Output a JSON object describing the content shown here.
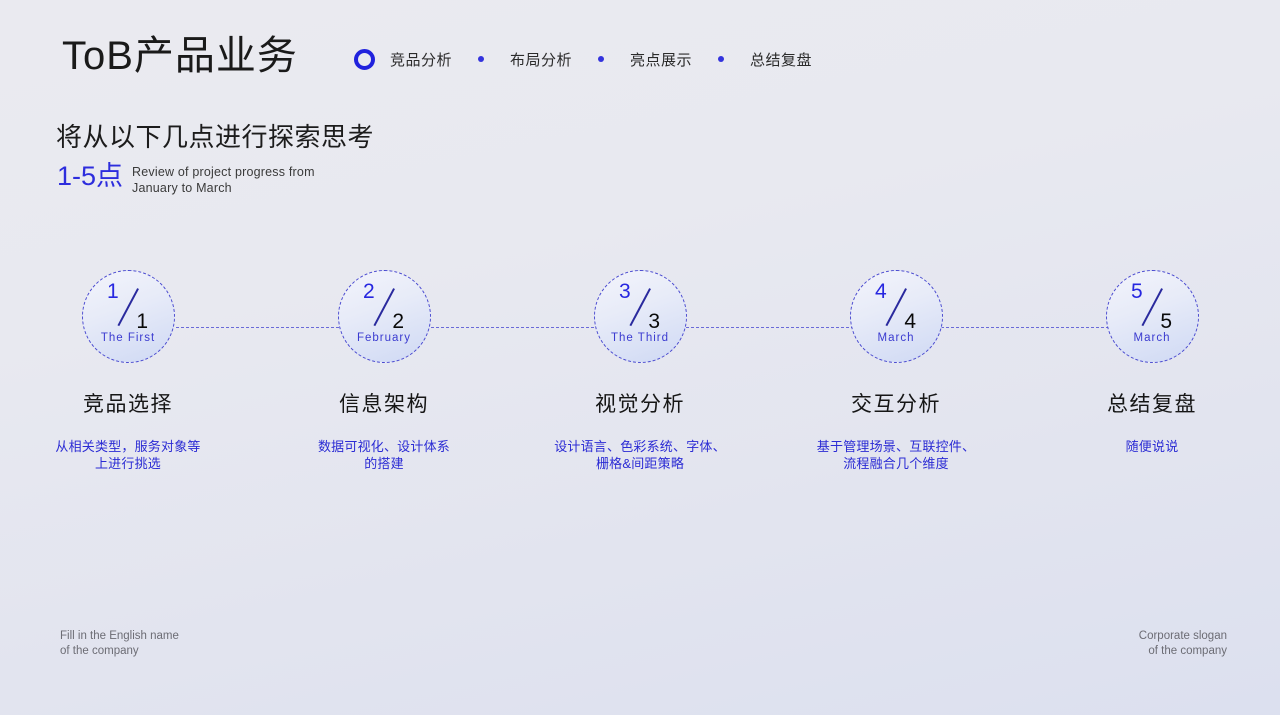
{
  "header": {
    "brand_title": "ToB产品业务",
    "active_icon": "ring-icon",
    "nav": [
      {
        "label": "竞品分析"
      },
      {
        "label": "布局分析"
      },
      {
        "label": "亮点展示"
      },
      {
        "label": "总结复盘"
      }
    ]
  },
  "section": {
    "heading": "将从以下几点进行探索思考",
    "range": "1-5点",
    "english": "Review of project progress from\nJanuary to March"
  },
  "timeline": {
    "steps": [
      {
        "numerator": "1",
        "denominator": "1",
        "caption": "The  First",
        "title": "竞品选择",
        "desc": "从相关类型，服务对象等\n上进行挑选"
      },
      {
        "numerator": "2",
        "denominator": "2",
        "caption": "February",
        "title": "信息架构",
        "desc": "数据可视化、设计体系\n的搭建"
      },
      {
        "numerator": "3",
        "denominator": "3",
        "caption": "The  Third",
        "title": "视觉分析",
        "desc": "设计语言、色彩系统、字体、\n栅格&间距策略"
      },
      {
        "numerator": "4",
        "denominator": "4",
        "caption": "March",
        "title": "交互分析",
        "desc": "基于管理场景、互联控件、\n流程融合几个维度"
      },
      {
        "numerator": "5",
        "denominator": "5",
        "caption": "March",
        "title": "总结复盘",
        "desc": "随便说说"
      }
    ]
  },
  "footer": {
    "left": "Fill in the English name\nof the company",
    "right": "Corporate slogan\nof the company"
  },
  "colors": {
    "accent": "#2727e0",
    "accent_dark": "#2022dd",
    "text": "#1a1a1a",
    "muted": "#6c6c74",
    "bg_top": "#eaeaf0",
    "bg_bottom": "#dce0ef"
  }
}
